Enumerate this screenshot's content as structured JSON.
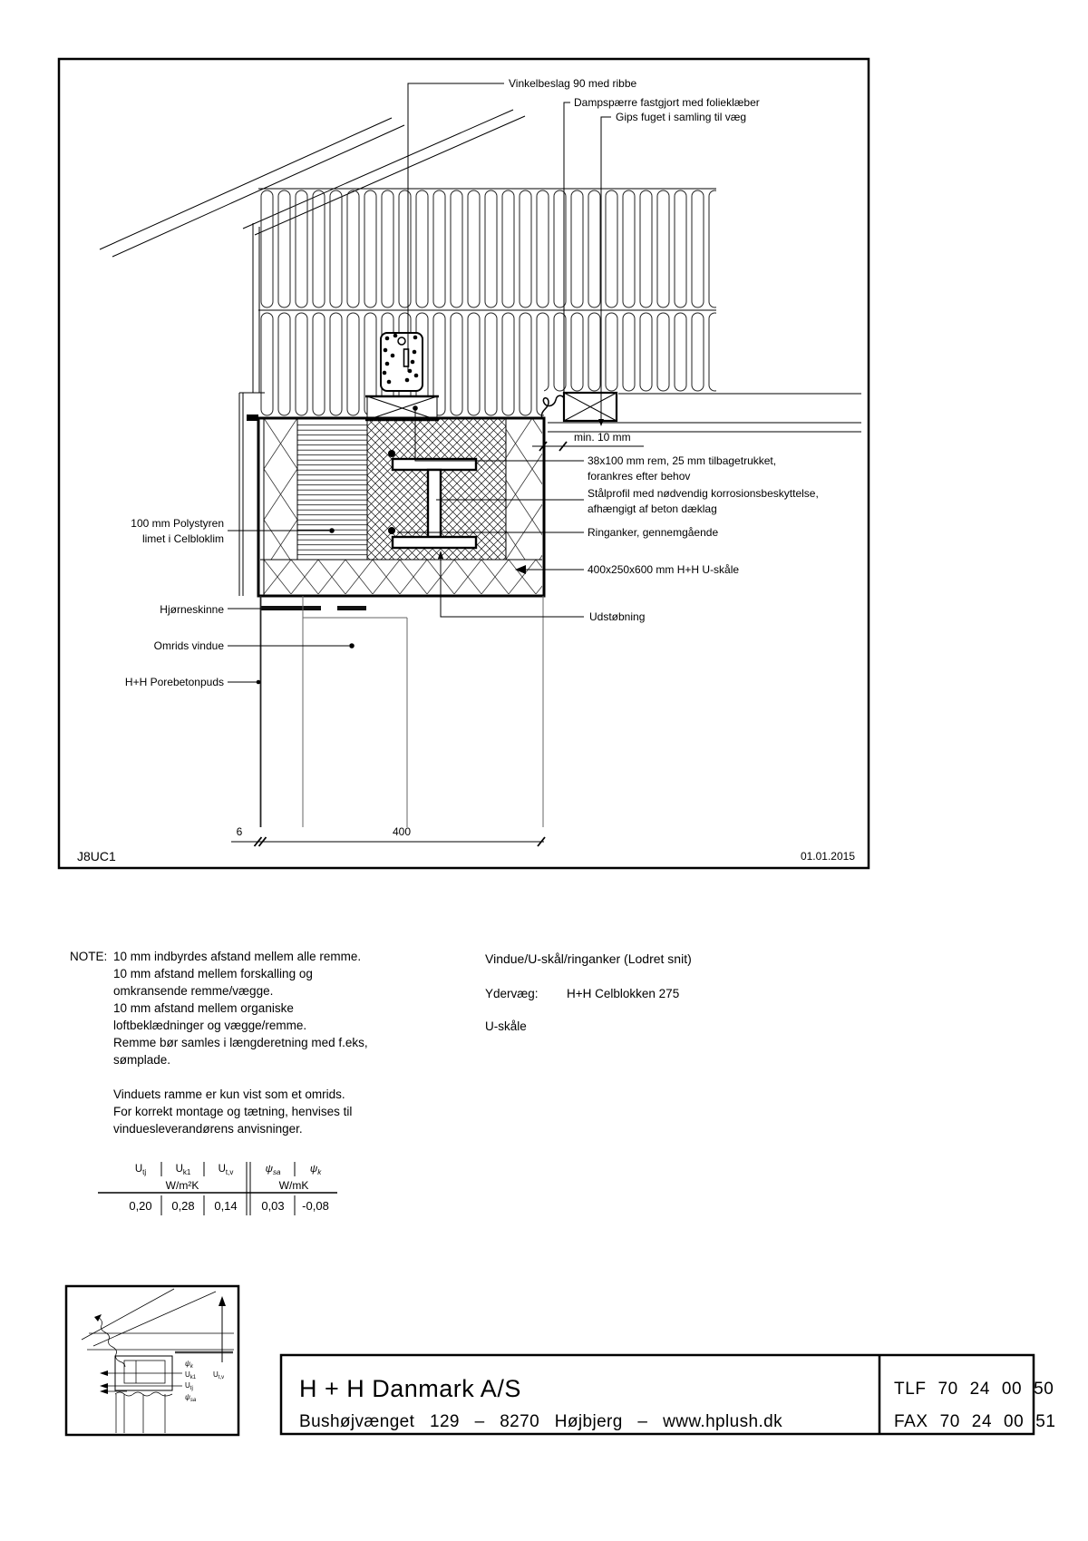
{
  "drawing": {
    "sheet_id": "J8UC1",
    "date": "01.01.2015",
    "callout_vinkelbeslag": "Vinkelbeslag 90 med ribbe",
    "callout_dampspaerre": "Dampspærre fastgjort med folieklæber",
    "callout_gips": "Gips fuget i samling til væg",
    "callout_min10": "min. 10 mm",
    "callout_rem_1": "38x100 mm rem, 25 mm tilbagetrukket,",
    "callout_rem_2": "forankres efter behov",
    "callout_staal_1": "Stålprofil med nødvendig korrosionsbeskyttelse,",
    "callout_staal_2": "afhængigt af beton dæklag",
    "callout_ringanker": "Ringanker, gennemgående",
    "callout_uskaal": "400x250x600 mm H+H U-skåle",
    "callout_udstoebning": "Udstøbning",
    "callout_polystyren_1": "100 mm Polystyren",
    "callout_polystyren_2": "limet i Celbloklim",
    "callout_hjoerneskinne": "Hjørneskinne",
    "callout_omrids": "Omrids vindue",
    "callout_porebetonpuds": "H+H Porebetonpuds",
    "dim_6": "6",
    "dim_400": "400"
  },
  "notes": {
    "label": "NOTE:",
    "lines": [
      "10 mm indbyrdes afstand mellem alle remme.",
      "10 mm afstand mellem forskalling og",
      "omkransende remme/vægge.",
      "10 mm afstand mellem organiske",
      "loftbeklædninger og vægge/remme.",
      "Remme bør samles i længderetning med f.eks,",
      "sømplade."
    ],
    "window_lines": [
      "Vinduets ramme er kun vist som et omrids.",
      "For korrekt montage og tætning, henvises til",
      "vinduesleverandørens anvisninger."
    ]
  },
  "info": {
    "title": "Vindue/U-skål/ringanker (Lodret snit)",
    "wall_label": "Ydervæg:",
    "wall_value": "H+H Celblokken 275",
    "product": "U-skåle"
  },
  "utable": {
    "symbols": [
      {
        "base": "U",
        "sub": "tj"
      },
      {
        "base": "U",
        "sub": "k1"
      },
      {
        "base": "U",
        "sub": "t,v"
      },
      {
        "base": "ψ",
        "sub": "sa"
      },
      {
        "base": "ψ",
        "sub": "k"
      }
    ],
    "unit_left": "W/m²K",
    "unit_right": "W/mK",
    "values": [
      "0,20",
      "0,28",
      "0,14",
      "0,03",
      "-0,08"
    ]
  },
  "thumb": {
    "psi_k": {
      "base": "ψ",
      "sub": "k"
    },
    "u_k1": {
      "base": "U",
      "sub": "k1"
    },
    "u_tj": {
      "base": "U",
      "sub": "tj"
    },
    "psi_sa": {
      "base": "ψ",
      "sub": "sa"
    },
    "u_tv": {
      "base": "U",
      "sub": "t,v"
    }
  },
  "footer": {
    "company": "H + H Danmark A/S",
    "address": "Bushøjvænget 129 – 8270 Højbjerg – www.hplush.dk",
    "tlf": "TLF 70 24 00 50",
    "fax": "FAX 70 24 00 51"
  }
}
